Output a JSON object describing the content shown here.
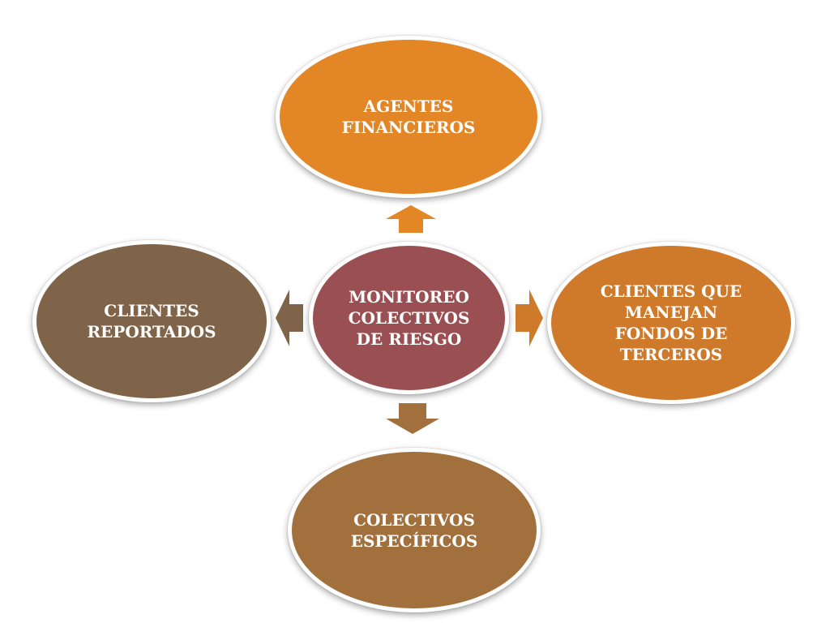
{
  "diagram": {
    "center": {
      "label": "MONITOREO\nCOLECTIVOS\nDE RIESGO",
      "color": "#9a4f52"
    },
    "top": {
      "label": "AGENTES\nFINANCIEROS",
      "color": "#e38626"
    },
    "left": {
      "label": "CLIENTES\nREPORTADOS",
      "color": "#7f6449"
    },
    "right": {
      "label": "CLIENTES QUE\nMANEJAN\nFONDOS DE\nTERCEROS",
      "color": "#cf7a2b"
    },
    "bottom": {
      "label": "COLECTIVOS\nESPECÍFICOS",
      "color": "#a2703c"
    },
    "arrows": {
      "up": {
        "color": "#e38626"
      },
      "left": {
        "color": "#7f6449"
      },
      "right": {
        "color": "#cf7a2b"
      },
      "down": {
        "color": "#a2703c"
      }
    }
  }
}
